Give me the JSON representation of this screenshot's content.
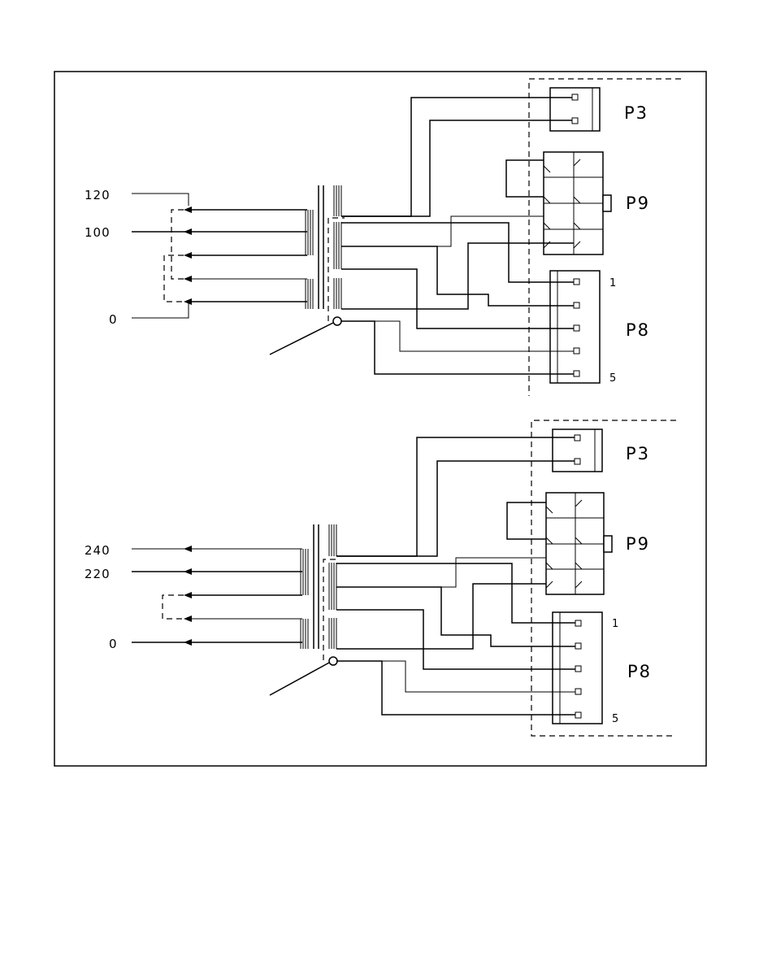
{
  "diagrams": [
    {
      "voltages": [
        "120",
        "100",
        "0"
      ],
      "connectors": {
        "p3": "P3",
        "p9": "P9",
        "p8": "P8"
      },
      "pins": {
        "first": "1",
        "last": "5"
      }
    },
    {
      "voltages": [
        "240",
        "220",
        "0"
      ],
      "connectors": {
        "p3": "P3",
        "p9": "P9",
        "p8": "P8"
      },
      "pins": {
        "first": "1",
        "last": "5"
      }
    }
  ]
}
